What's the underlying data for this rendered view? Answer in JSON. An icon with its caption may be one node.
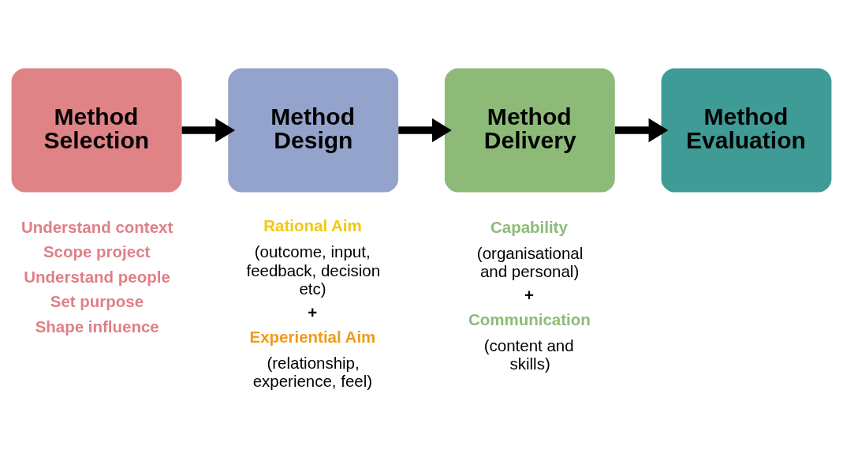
{
  "diagram": {
    "nodes": [
      {
        "text": [
          "Method Selection"
        ],
        "beside": [
          "Understand context",
          "Scope project",
          "Understand people",
          "Set purpose",
          "Shape influence"
        ]
      },
      {
        "text": [
          "Method Design"
        ],
        "beside": [
          "Rational Aim",
          "(outcome, input, feedback, decision etc)",
          "+",
          "Experiential Aim",
          "(relationship, experience, feel)"
        ]
      },
      {
        "text": [
          "Method Delivery"
        ],
        "beside": [
          "Capability",
          "(organisational and personal)",
          "+",
          "Communication",
          "(content and skills)"
        ]
      },
      {
        "text": [
          "Method Evaluation"
        ]
      }
    ],
    "edges": [
      {
        "from": 0,
        "to": 1,
        "arrow": "to"
      },
      {
        "from": 1,
        "to": 2,
        "arrow": "to"
      },
      {
        "from": 2,
        "to": 3,
        "arrow": "to"
      }
    ]
  }
}
